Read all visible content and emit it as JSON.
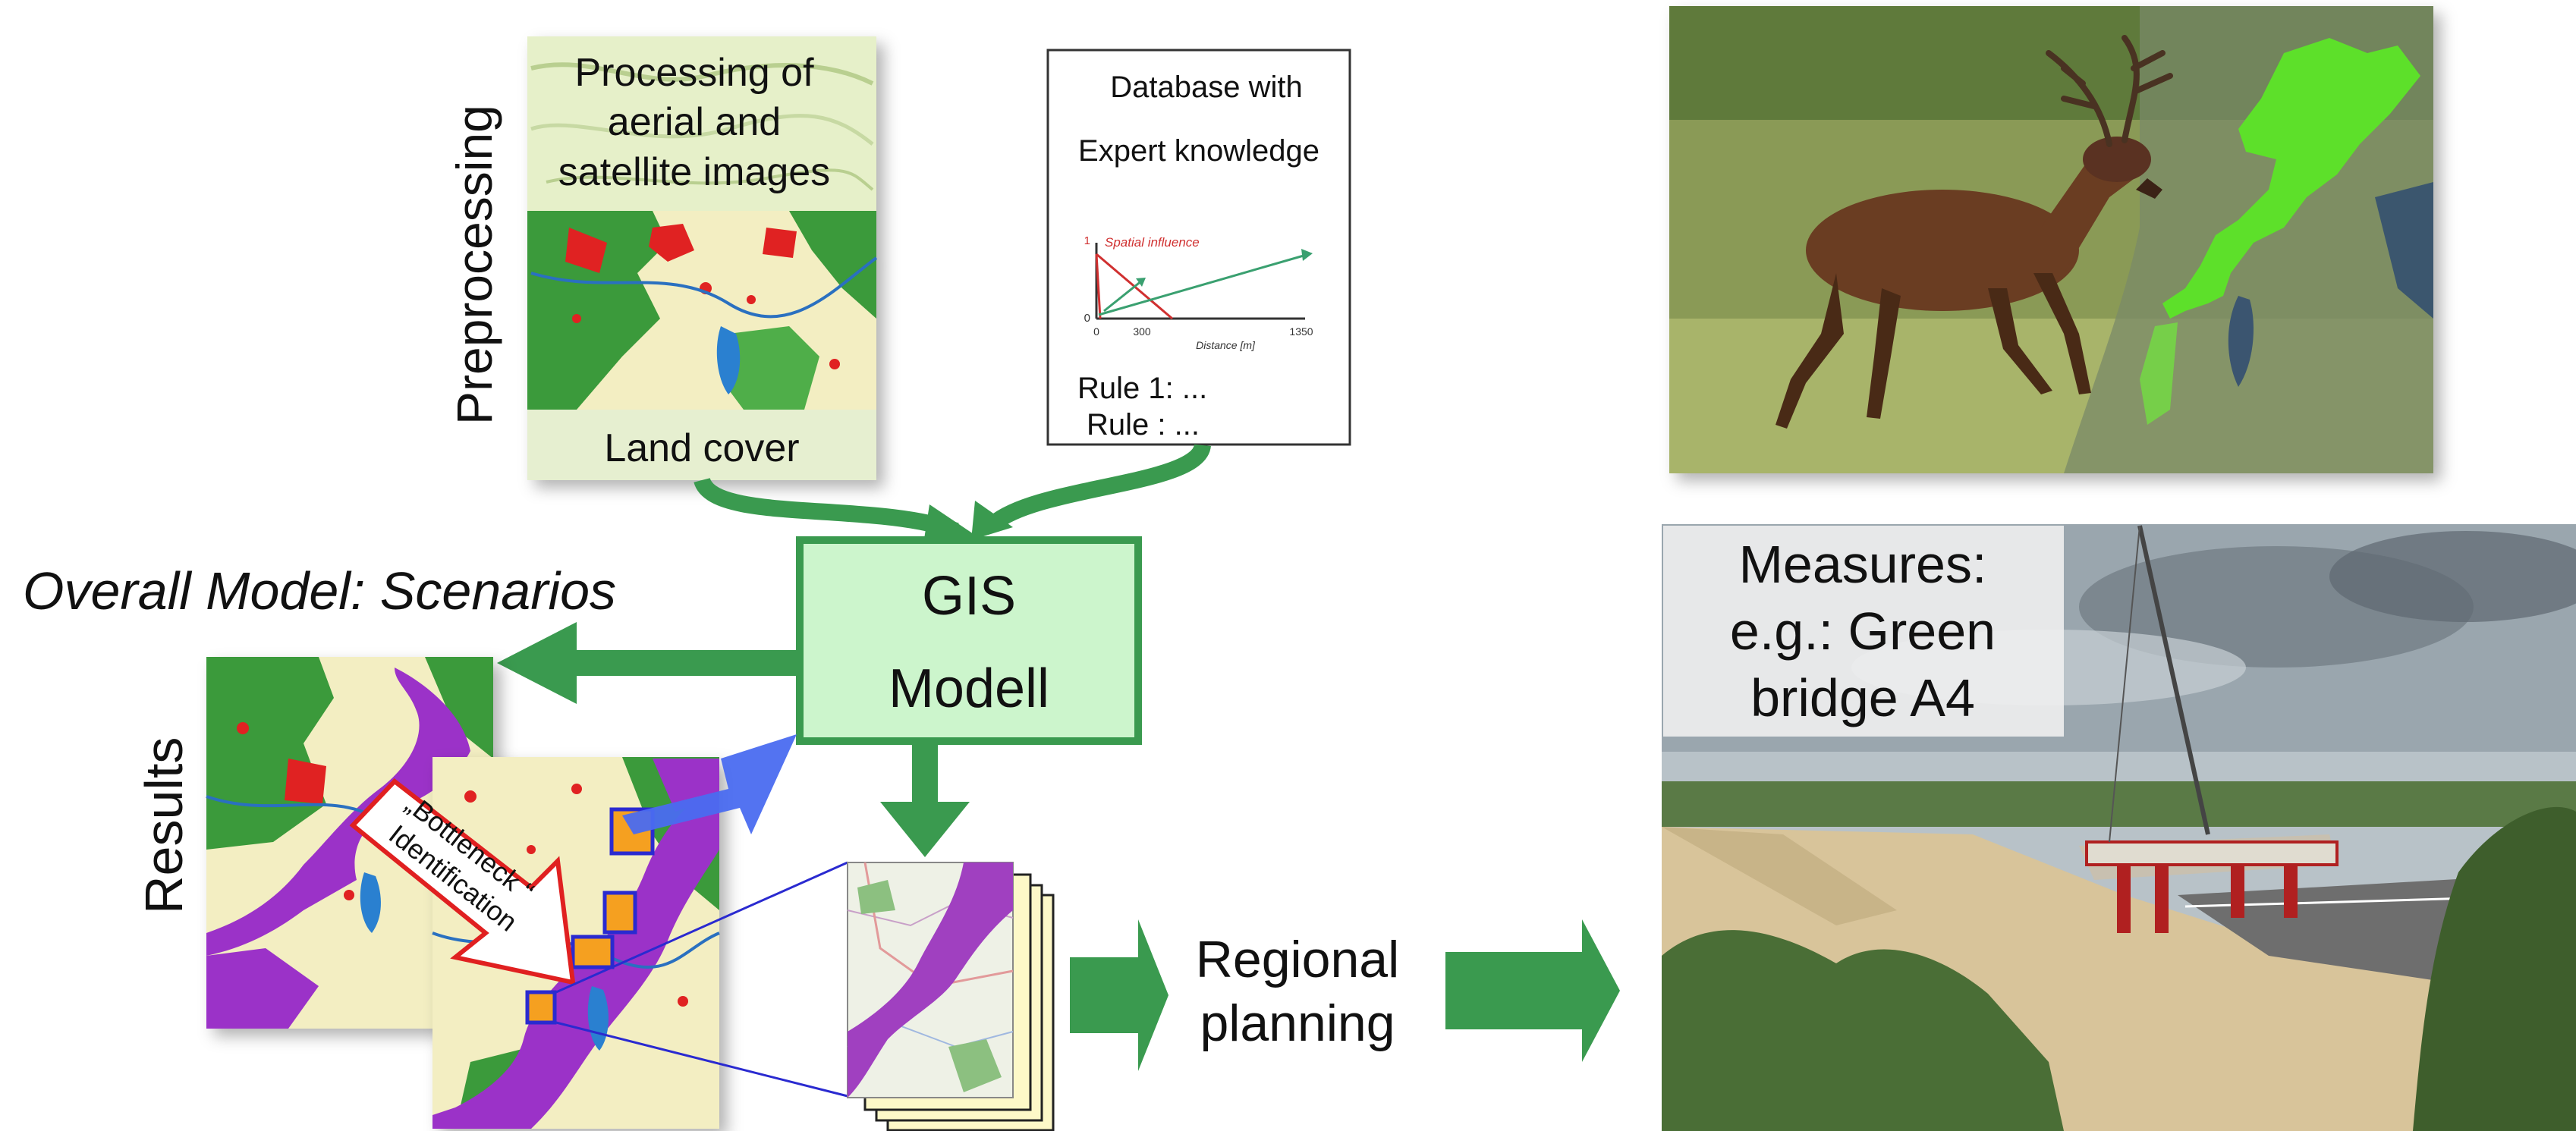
{
  "preprocessing": {
    "section_label": "Preprocessing",
    "title_lines": [
      "Processing of",
      "aerial and",
      "satellite images"
    ],
    "land_cover_label": "Land cover"
  },
  "database": {
    "title_lines": [
      "Database with",
      "Expert knowledge"
    ],
    "mini_chart": {
      "legend": "Spatial influence",
      "y_tick_top": "1",
      "y_tick_bottom": "0",
      "x_ticks": [
        "0",
        "300",
        "1350"
      ],
      "xlabel": "Distance [m]"
    },
    "rules": [
      "Rule 1: ...",
      "Rule : ..."
    ]
  },
  "gis": {
    "label_lines": [
      "GIS",
      "Modell"
    ]
  },
  "overall_model": {
    "label": "Overall Model: Scenarios"
  },
  "results": {
    "section_label": "Results",
    "bottleneck_lines": [
      "„Bottleneck “",
      "Identification"
    ]
  },
  "regional_planning": {
    "label_lines": [
      "Regional",
      "planning"
    ]
  },
  "measures": {
    "label_lines": [
      "Measures:",
      "e.g.: Green",
      "bridge A4"
    ]
  },
  "colors": {
    "arrow_green": "#3a9a4f",
    "gis_fill": "#ccf5cc",
    "gis_border": "#3a9a4f",
    "corridor_purple": "#9b30c8",
    "bottleneck_orange": "#f5a020",
    "blue_arrow": "#4a6cf0",
    "map_base": "#f7f2c0",
    "forest_green": "#3a9a3a",
    "urban_red": "#e02020",
    "water_blue": "#2a80d0"
  }
}
